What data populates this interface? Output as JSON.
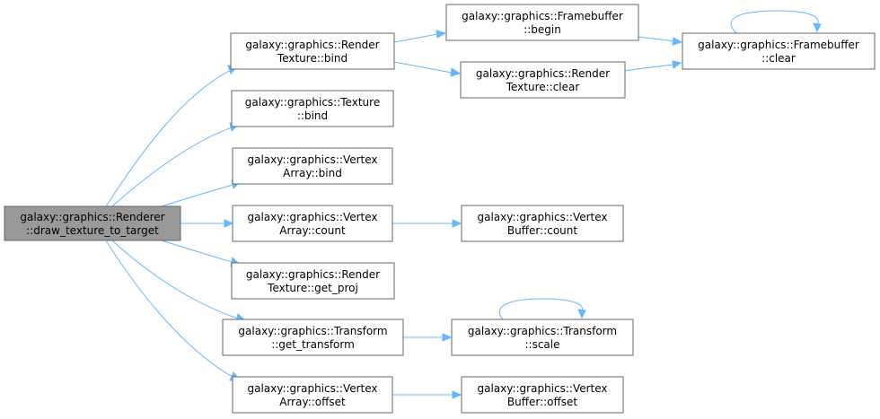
{
  "graph": {
    "nodes": [
      {
        "id": "renderer_draw",
        "line1": "galaxy::graphics::Renderer",
        "line2": "::draw_texture_to_target",
        "root": true
      },
      {
        "id": "rt_bind",
        "line1": "galaxy::graphics::Render",
        "line2": "Texture::bind"
      },
      {
        "id": "tex_bind",
        "line1": "galaxy::graphics::Texture",
        "line2": "::bind"
      },
      {
        "id": "va_bind",
        "line1": "galaxy::graphics::Vertex",
        "line2": "Array::bind"
      },
      {
        "id": "va_count",
        "line1": "galaxy::graphics::Vertex",
        "line2": "Array::count"
      },
      {
        "id": "rt_getproj",
        "line1": "galaxy::graphics::Render",
        "line2": "Texture::get_proj"
      },
      {
        "id": "tr_gettransform",
        "line1": "galaxy::graphics::Transform",
        "line2": "::get_transform"
      },
      {
        "id": "va_offset",
        "line1": "galaxy::graphics::Vertex",
        "line2": "Array::offset"
      },
      {
        "id": "fb_begin",
        "line1": "galaxy::graphics::Framebuffer",
        "line2": "::begin"
      },
      {
        "id": "rt_clear",
        "line1": "galaxy::graphics::Render",
        "line2": "Texture::clear"
      },
      {
        "id": "fb_clear",
        "line1": "galaxy::graphics::Framebuffer",
        "line2": "::clear"
      },
      {
        "id": "vb_count",
        "line1": "galaxy::graphics::Vertex",
        "line2": "Buffer::count"
      },
      {
        "id": "tr_scale",
        "line1": "galaxy::graphics::Transform",
        "line2": "::scale"
      },
      {
        "id": "vb_offset",
        "line1": "galaxy::graphics::Vertex",
        "line2": "Buffer::offset"
      }
    ],
    "edges": [
      {
        "from": "renderer_draw",
        "to": "rt_bind"
      },
      {
        "from": "renderer_draw",
        "to": "tex_bind"
      },
      {
        "from": "renderer_draw",
        "to": "va_bind"
      },
      {
        "from": "renderer_draw",
        "to": "va_count"
      },
      {
        "from": "renderer_draw",
        "to": "rt_getproj"
      },
      {
        "from": "renderer_draw",
        "to": "tr_gettransform"
      },
      {
        "from": "renderer_draw",
        "to": "va_offset"
      },
      {
        "from": "rt_bind",
        "to": "fb_begin"
      },
      {
        "from": "rt_bind",
        "to": "rt_clear"
      },
      {
        "from": "fb_begin",
        "to": "fb_clear"
      },
      {
        "from": "rt_clear",
        "to": "fb_clear"
      },
      {
        "from": "fb_clear",
        "to": "fb_clear"
      },
      {
        "from": "va_count",
        "to": "vb_count"
      },
      {
        "from": "tr_gettransform",
        "to": "tr_scale"
      },
      {
        "from": "tr_scale",
        "to": "tr_scale"
      },
      {
        "from": "va_offset",
        "to": "vb_offset"
      }
    ],
    "colors": {
      "edge": "#63b8ff",
      "node_border": "#666666",
      "root_fill": "#999999",
      "node_fill": "#ffffff"
    }
  }
}
